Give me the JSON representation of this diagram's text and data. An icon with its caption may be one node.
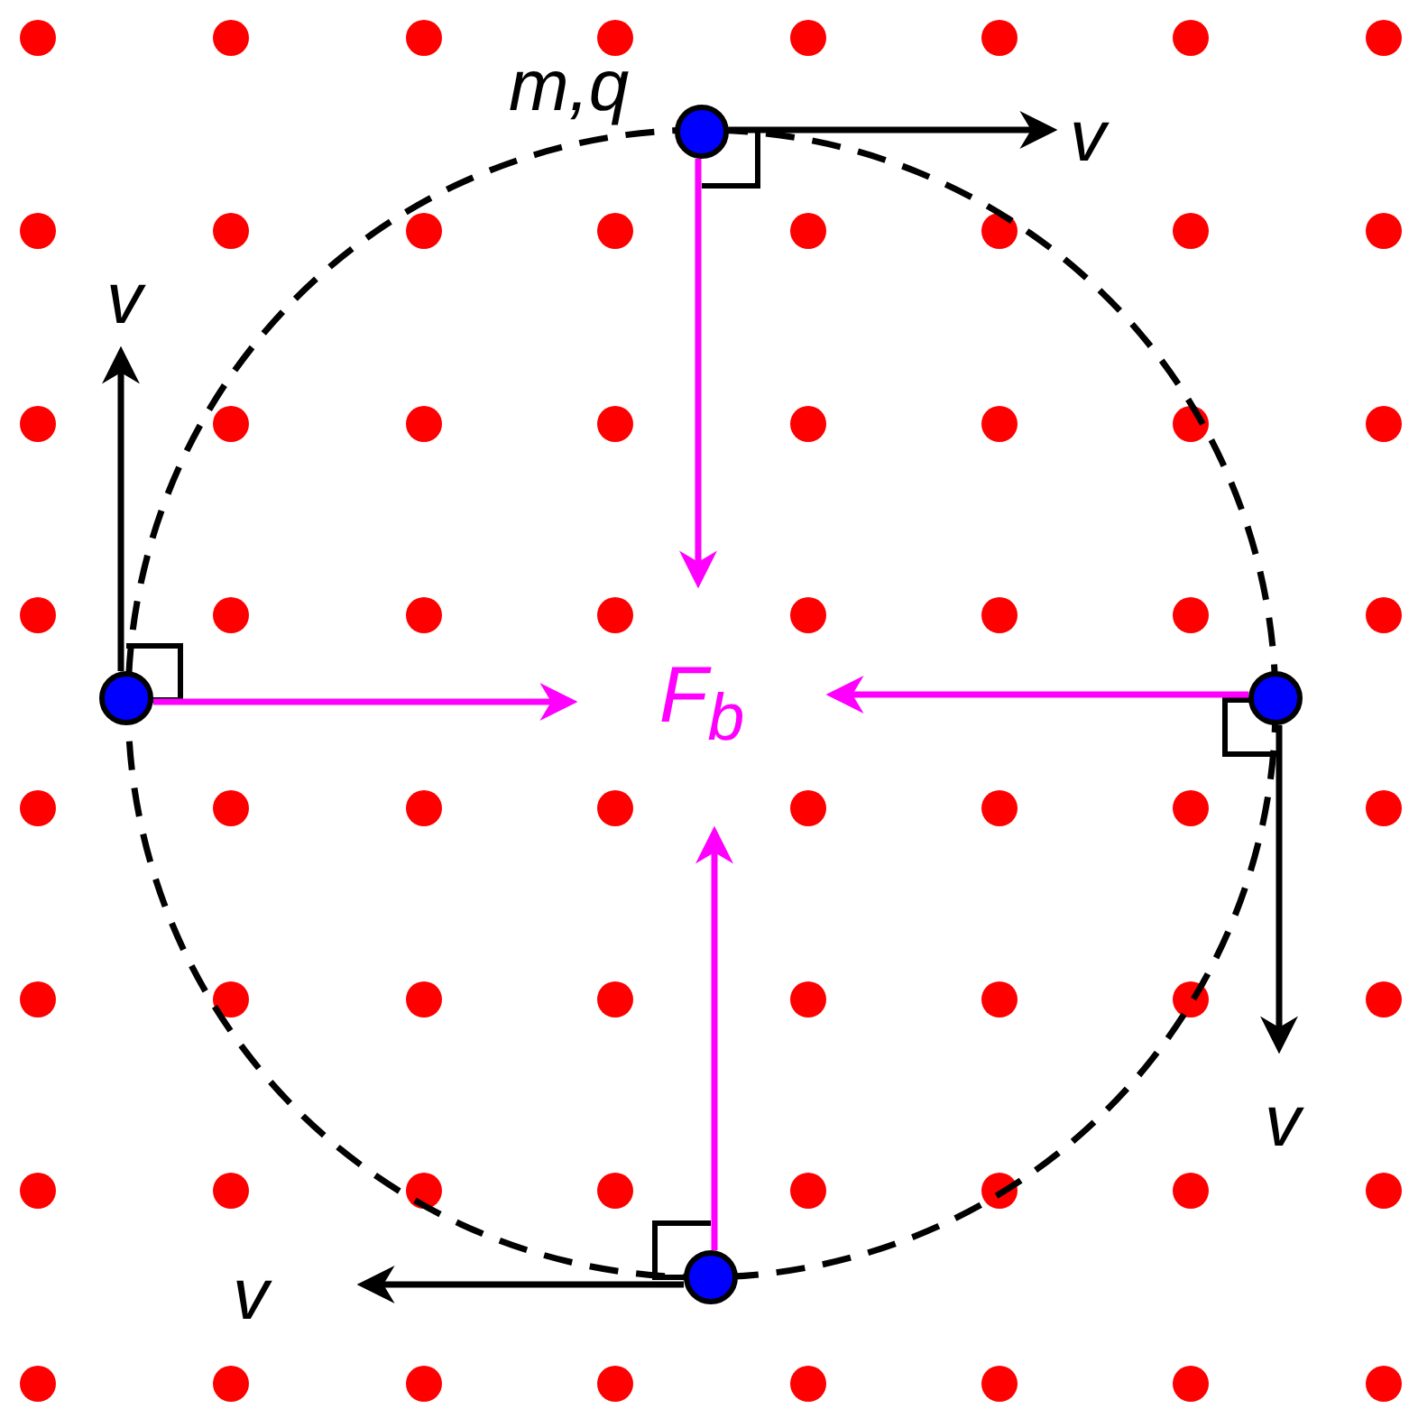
{
  "diagram": {
    "nodes": [
      {
        "text": [],
        "shape": "circle",
        "beside": [
          "m,q"
        ]
      },
      {
        "text": [],
        "shape": "circle"
      },
      {
        "text": [
          "F$_{b}$"
        ]
      },
      {
        "text": [],
        "shape": "circle"
      },
      {
        "text": [],
        "shape": "circle"
      },
      {
        "text": [
          "v"
        ]
      },
      {
        "text": [
          "v"
        ]
      },
      {
        "text": [
          "v"
        ]
      },
      {
        "text": [
          "v"
        ]
      }
    ],
    "edges": [
      {
        "from": 0,
        "to": 2,
        "arrow": "to",
        "color": "#ff00ff"
      },
      {
        "from": 1,
        "to": 2,
        "arrow": "to",
        "color": "#ff00ff"
      },
      {
        "from": 3,
        "to": 2,
        "arrow": "to",
        "color": "#ff00ff"
      },
      {
        "from": 4,
        "to": 2,
        "arrow": "to",
        "color": "#ff00ff"
      },
      {
        "from": 0,
        "to": 5,
        "arrow": "to",
        "color": "#000000"
      },
      {
        "from": 1,
        "to": 6,
        "arrow": "to",
        "color": "#000000"
      },
      {
        "from": 3,
        "to": 7,
        "arrow": "to",
        "color": "#000000"
      },
      {
        "from": 4,
        "to": 8,
        "arrow": "to",
        "color": "#000000"
      }
    ]
  }
}
